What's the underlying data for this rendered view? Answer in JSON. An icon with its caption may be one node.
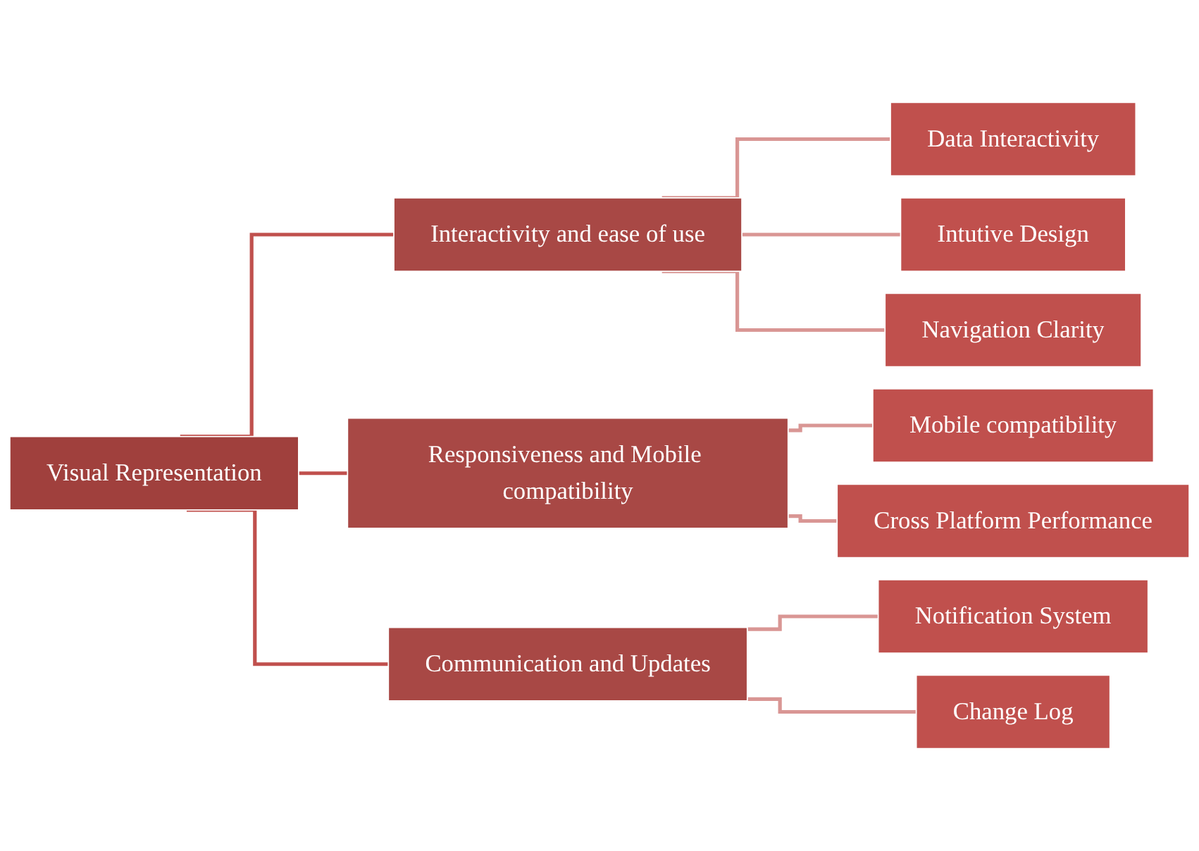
{
  "diagram": {
    "nodes": [
      {
        "text": [
          "Visual Representation"
        ]
      },
      {
        "text": [
          "Interactivity and ease of use"
        ]
      },
      {
        "text": [
          "Responsiveness and Mobile compatibility"
        ]
      },
      {
        "text": [
          "Communication and Updates"
        ]
      },
      {
        "text": [
          "Data Interactivity"
        ]
      },
      {
        "text": [
          "Intutive Design"
        ]
      },
      {
        "text": [
          "Navigation Clarity"
        ]
      },
      {
        "text": [
          "Mobile compatibility"
        ]
      },
      {
        "text": [
          "Cross Platform Performance"
        ]
      },
      {
        "text": [
          "Notification System"
        ]
      },
      {
        "text": [
          "Change Log"
        ]
      }
    ],
    "edges": [
      {
        "from": 0,
        "to": 1,
        "arrow": "none",
        "color": "#c0504d"
      },
      {
        "from": 0,
        "to": 2,
        "arrow": "none",
        "color": "#c0504d"
      },
      {
        "from": 0,
        "to": 3,
        "arrow": "none",
        "color": "#c0504d"
      },
      {
        "from": 1,
        "to": 4,
        "arrow": "none"
      },
      {
        "from": 1,
        "to": 5,
        "arrow": "none"
      },
      {
        "from": 1,
        "to": 6,
        "arrow": "none"
      },
      {
        "from": 2,
        "to": 7,
        "arrow": "none"
      },
      {
        "from": 2,
        "to": 8,
        "arrow": "none"
      },
      {
        "from": 3,
        "to": 9,
        "arrow": "none"
      },
      {
        "from": 3,
        "to": 10,
        "arrow": "none"
      }
    ]
  }
}
